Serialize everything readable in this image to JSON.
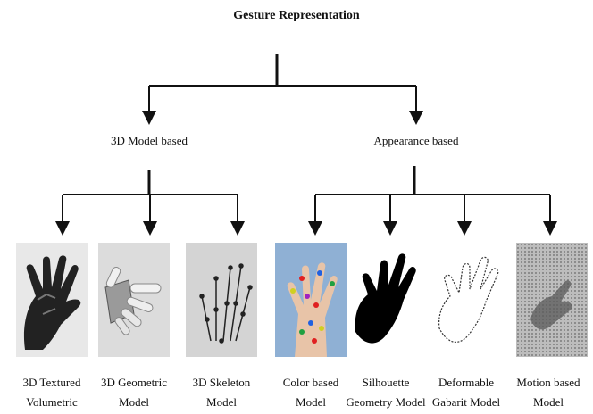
{
  "title": "Gesture Representation",
  "categories": [
    {
      "label": "3D Model based"
    },
    {
      "label": "Appearance based"
    }
  ],
  "leaves": [
    {
      "line1": "3D Textured",
      "line2": "Volumetric",
      "icon": "hand-textured-volumetric-icon"
    },
    {
      "line1": "3D Geometric",
      "line2": "Model",
      "icon": "hand-geometric-model-icon"
    },
    {
      "line1": "3D Skeleton",
      "line2": "Model",
      "icon": "hand-skeleton-model-icon"
    },
    {
      "line1": "Color based",
      "line2": "Model",
      "icon": "hand-color-markers-icon"
    },
    {
      "line1": "Silhouette",
      "line2": "Geometry Model",
      "icon": "hand-silhouette-icon"
    },
    {
      "line1": "Deformable",
      "line2": "Gabarit Model",
      "icon": "hand-contour-icon"
    },
    {
      "line1": "Motion based",
      "line2": "Model",
      "icon": "hand-motion-icon"
    }
  ]
}
